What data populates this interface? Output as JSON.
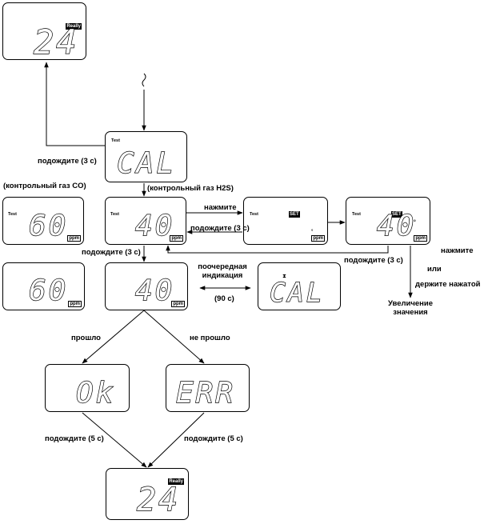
{
  "displays": {
    "top": {
      "value": "24",
      "badge": "Really"
    },
    "cal": {
      "value": "CAL",
      "mode": "Test"
    },
    "co1": {
      "value": "60",
      "mode": "Test",
      "unit": "ppm"
    },
    "h2s1": {
      "value": "40",
      "mode": "Test",
      "unit": "ppm"
    },
    "set1": {
      "mode": "Test",
      "badge": "SET",
      "unit": "ppm"
    },
    "set2": {
      "value": "40",
      "mode": "Test",
      "badge": "SET",
      "unit": "ppm"
    },
    "co2": {
      "value": "60",
      "unit": "ppm"
    },
    "h2s2": {
      "value": "40",
      "unit": "ppm"
    },
    "calalt": {
      "value": "CAL"
    },
    "ok": {
      "value": "Ok"
    },
    "err": {
      "value": "ERR"
    },
    "bottom": {
      "value": "24",
      "badge": "Really"
    }
  },
  "labels": {
    "wait_top": "подождите (3 с)",
    "co_gas": "(контрольный газ CO)",
    "h2s_gas": "(контрольный газ  H2S)",
    "press1": "нажмите",
    "wait_back": "подождите (3 с)",
    "wait_left": "подождите (3 с)",
    "wait_right": "подождите (3 с)",
    "press2": "нажмите",
    "or": "или",
    "hold": "держите нажатой",
    "increase": "Увеличение значения",
    "alternating": "поочередная индикация",
    "duration": "(90 с)",
    "passed": "прошло",
    "failed": "не прошло",
    "wait5_left": "подождите (5 с)",
    "wait5_right": "подождите (5 с)"
  }
}
